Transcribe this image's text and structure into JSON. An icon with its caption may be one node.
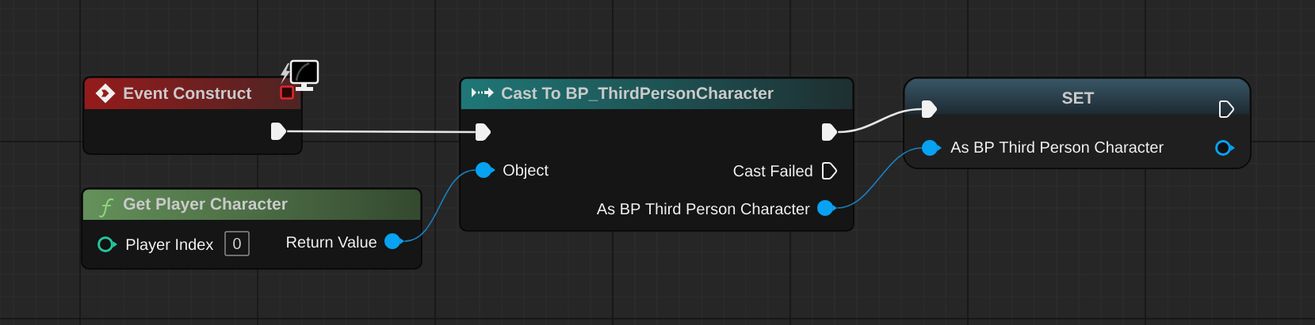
{
  "diagram": {
    "nodes": [
      {
        "text": [
          "Event Construct"
        ]
      },
      {
        "text": [],
        "shape": "box",
        "in": 0
      },
      {
        "text": [],
        "shape": "pentagon",
        "in": 0
      },
      {
        "text": [
          "Cast To BP_ThirdPersonCharacter",
          "Object",
          "Cast Failed",
          "As BP Third Person Character"
        ]
      },
      {
        "text": [],
        "shape": "pentagon",
        "in": 3
      },
      {
        "text": [],
        "shape": "pentagon",
        "in": 3
      },
      {
        "text": [],
        "shape": "circle",
        "in": 3
      },
      {
        "text": [],
        "shape": "pentagon",
        "in": 3
      },
      {
        "text": [],
        "shape": "circle",
        "in": 3
      },
      {
        "text": [
          "SET",
          "As BP Third Person Character"
        ]
      },
      {
        "text": [],
        "shape": "pentagon",
        "in": 9
      },
      {
        "text": [],
        "shape": "pentagon",
        "in": 9
      },
      {
        "text": [],
        "shape": "circle",
        "in": 9
      },
      {
        "text": [],
        "shape": "circle",
        "in": 9
      },
      {
        "text": [
          "Get Player Character",
          "Player Index",
          "Return Value"
        ]
      },
      {
        "text": [],
        "shape": "circle",
        "in": 14
      },
      {
        "text": [
          "0"
        ],
        "in": 14
      },
      {
        "text": [],
        "shape": "circle",
        "in": 14
      }
    ],
    "edges": [
      {
        "from": 2,
        "to": 4,
        "arrow": "none"
      },
      {
        "from": 5,
        "to": 10,
        "arrow": "none"
      },
      {
        "from": 17,
        "to": 6,
        "arrow": "none",
        "color": "#1a80c4"
      },
      {
        "from": 8,
        "to": 12,
        "arrow": "none",
        "color": "#1a80c4"
      }
    ]
  }
}
